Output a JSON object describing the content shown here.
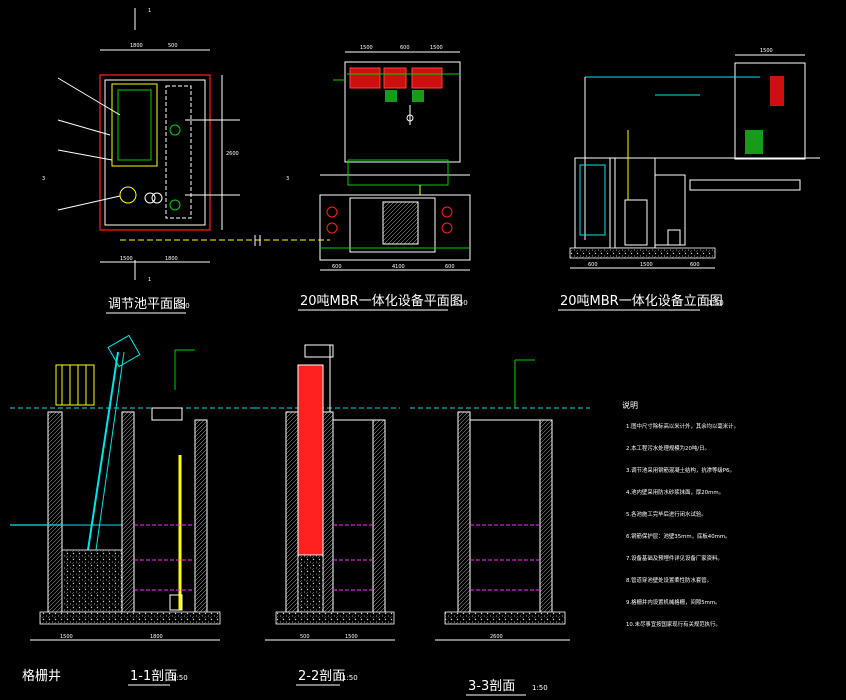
{
  "drawing": {
    "background": "#000000",
    "colors": {
      "outline": "#ffffff",
      "water": "#00e5e5",
      "level": "#ff2bff",
      "pipe": "#00d000",
      "accent": "#ffff00",
      "fill_red": "#ff2020"
    },
    "views": {
      "plan_tank": {
        "title": "调节池平面图",
        "scale": "1:50"
      },
      "plan_mbr": {
        "title": "20吨MBR一体化设备平面图",
        "scale": "1:50"
      },
      "elev_mbr": {
        "title": "20吨MBR一体化设备立面图",
        "scale": "1:50"
      },
      "grille": {
        "title": "格栅井"
      },
      "sec11": {
        "title": "1-1剖面",
        "scale": "1:50"
      },
      "sec22": {
        "title": "2-2剖面",
        "scale": "1:50"
      },
      "sec33": {
        "title": "3-3剖面",
        "scale": "1:50"
      }
    },
    "section_marks": {
      "one": "1",
      "three": "3"
    },
    "plan_dims": {
      "d1": "1800",
      "d2": "2600",
      "d3": "500",
      "d4": "1500"
    },
    "mbr_dims": {
      "d1": "1500",
      "d2": "4100",
      "d3": "600"
    },
    "notes": {
      "heading": "说明",
      "lines": [
        "1.图中尺寸除标高以米计外，其余均以毫米计。",
        "2.本工程污水处理规模为20吨/日。",
        "3.调节池采用钢筋混凝土结构，抗渗等级P6。",
        "4.池内壁采用防水砂浆抹面，厚20mm。",
        "5.各池施工完毕后进行闭水试验。",
        "6.钢筋保护层：池壁35mm，底板40mm。",
        "7.设备基础及预埋件详见设备厂家资料。",
        "8.管道穿池壁处设置柔性防水套管。",
        "9.格栅井内设置机械格栅，间隙5mm。",
        "10.未尽事宜按国家现行有关规范执行。"
      ]
    }
  }
}
